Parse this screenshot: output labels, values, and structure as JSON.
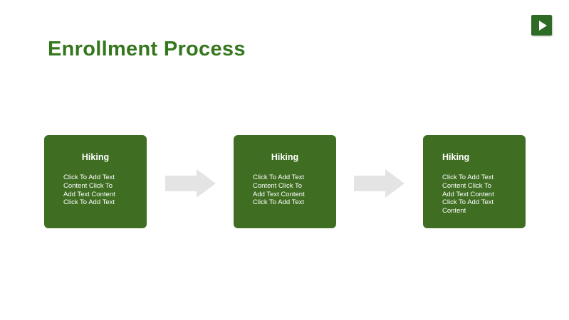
{
  "colors": {
    "title_green": "#35771D",
    "box_green": "#3F6E22",
    "arrow_gray": "#E4E4E4",
    "button_green": "#2E6B26"
  },
  "header": {
    "title": "Enrollment Process"
  },
  "play_button": {
    "icon": "play-icon"
  },
  "steps": [
    {
      "heading": "Hiking",
      "body": "Click To Add Text\nContent Click To\nAdd Text Content\nClick To Add Text"
    },
    {
      "heading": "Hiking",
      "body": "Click To Add Text\nContent Click To\nAdd Text Content\nClick To Add Text"
    },
    {
      "heading": "Hiking",
      "body": "Click To Add Text\nContent Click To\nAdd Text Content\nClick To Add Text\nContent"
    }
  ]
}
